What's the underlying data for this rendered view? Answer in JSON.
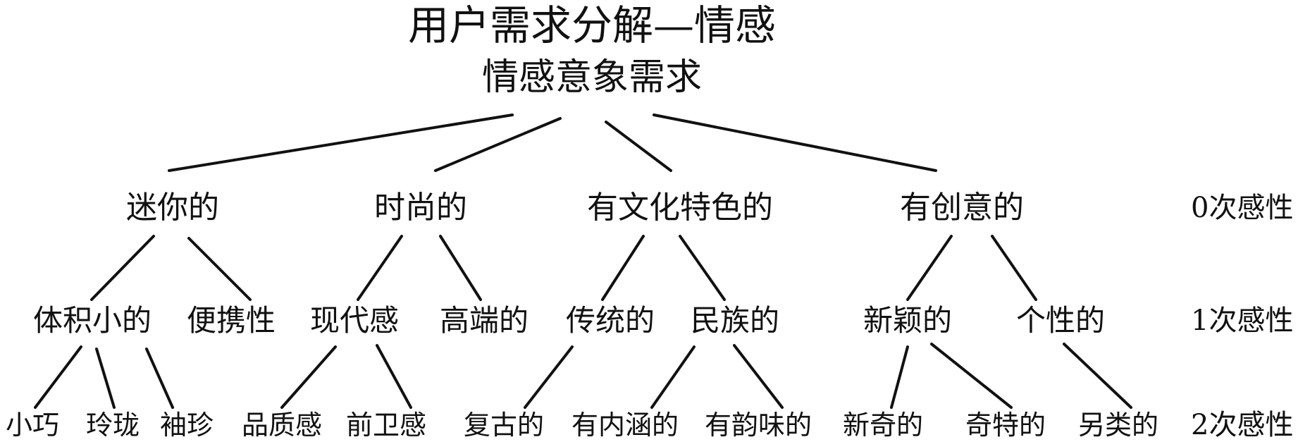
{
  "title": "用户需求分解—情感",
  "root": "情感意象需求",
  "level0": [
    "迷你的",
    "时尚的",
    "有文化特色的",
    "有创意的"
  ],
  "level1": [
    "体积小的",
    "便携性",
    "现代感",
    "高端的",
    "传统的",
    "民族的",
    "新颖的",
    "个性的"
  ],
  "level2": [
    "小巧",
    "玲珑",
    "袖珍",
    "品质感",
    "前卫感",
    "复古的",
    "有内涵的",
    "有韵味的",
    "新奇的",
    "奇特的",
    "另类的"
  ],
  "level_labels": [
    "0次感性",
    "1次感性",
    "2次感性"
  ]
}
